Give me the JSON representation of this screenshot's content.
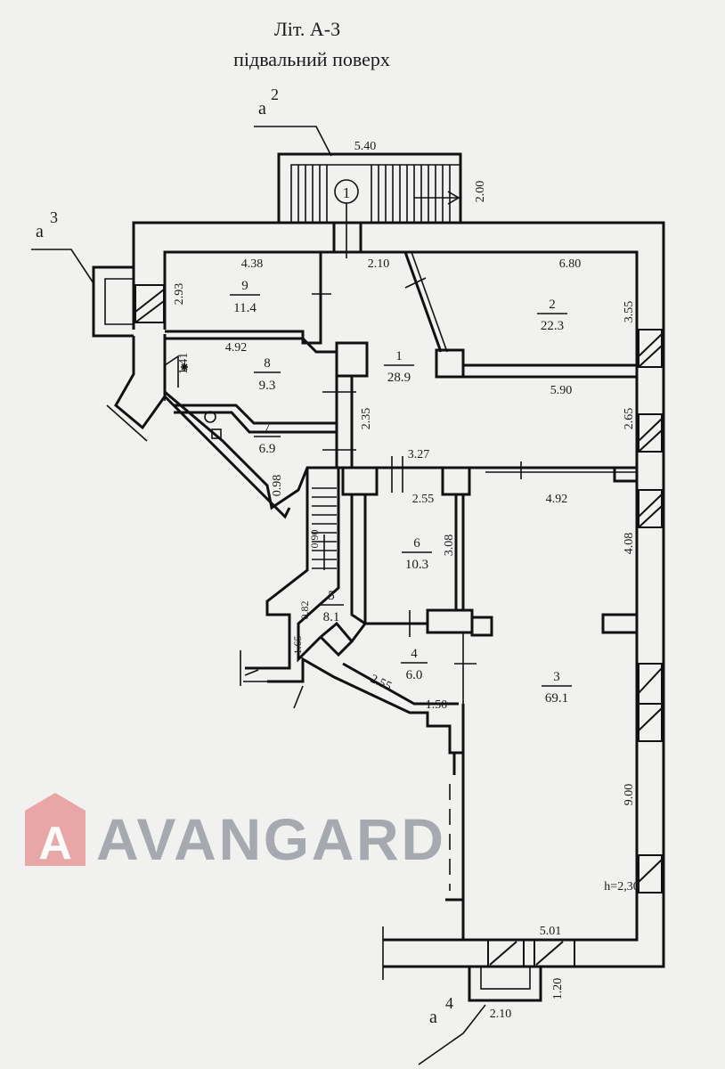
{
  "title": "Літ. А-3",
  "subtitle": "підвальний поверх",
  "watermark": {
    "text": "AVANGARD",
    "logo_letter": "A",
    "text_color": "#8a9099",
    "logo_color": "#e58a8a"
  },
  "entrances": [
    {
      "label": "а",
      "index": "2"
    },
    {
      "label": "а",
      "index": "3"
    },
    {
      "label": "а",
      "index": "4"
    }
  ],
  "stair_marker": "1",
  "rooms": [
    {
      "number": "1",
      "area": "28.9"
    },
    {
      "number": "2",
      "area": "22.3"
    },
    {
      "number": "3",
      "area": "69.1"
    },
    {
      "number": "4",
      "area": "6.0"
    },
    {
      "number": "5",
      "area": "8.1"
    },
    {
      "number": "6",
      "area": "10.3"
    },
    {
      "number": "7",
      "area": "6.9"
    },
    {
      "number": "8",
      "area": "9.3"
    },
    {
      "number": "9",
      "area": "11.4"
    }
  ],
  "dimensions": {
    "stair_width": "5.40",
    "stair_depth": "2.00",
    "r9_width": "4.38",
    "r9_depth": "2.93",
    "r1_top": "2.10",
    "r2_width": "6.80",
    "r2_depth": "3.55",
    "r8_width": "4.92",
    "r8_depth": "1.41",
    "r1_bottom": "5.90",
    "r1_depth": "2.35",
    "r1_right": "2.65",
    "corridor": "3.27",
    "r7_width": "0.98",
    "r6_width": "2.55",
    "r6_depth": "3.08",
    "r3_width": "4.92",
    "r3_upper": "4.08",
    "r5_stair": "0.90",
    "r5_a": "0.82",
    "r5_b": "1.65",
    "r4_diag": "2.55",
    "r4_width": "1.50",
    "r3_depth": "9.00",
    "height": "h=2,30",
    "r3_bottom": "5.01",
    "pit_depth": "1.20",
    "pit_width": "2.10"
  }
}
